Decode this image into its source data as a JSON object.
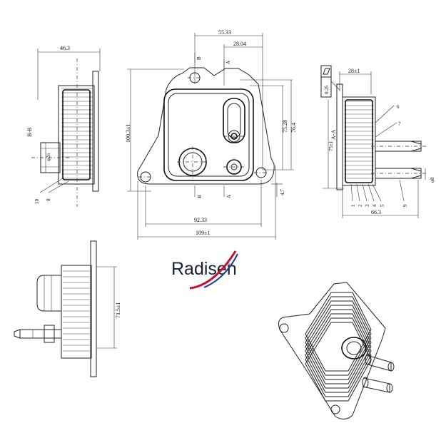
{
  "side_view_left": {
    "width_dim": "46.3",
    "section_label": "B-B",
    "port_dim": "φ26",
    "callouts": [
      "10",
      "8"
    ]
  },
  "front_view": {
    "top_dim": "55.33",
    "inner_top_dim": "28.04",
    "height_dim": "100.3±1",
    "right_dim_1": "76.4",
    "right_dim_2": "75.28",
    "bottom_dim_1": "92.33",
    "bottom_dim_2": "109±1",
    "small_dim": "4.7",
    "section_marks": [
      "B",
      "A",
      "B",
      "A"
    ]
  },
  "side_view_right": {
    "top_dim": "28±1",
    "flatness": "0.25",
    "section_label": "A-A",
    "height_dim": "75±1",
    "bottom_dim": "66.3",
    "pipe_dim": "φ8",
    "callouts": [
      "6",
      "7",
      "1",
      "2",
      "3",
      "4",
      "5",
      "9"
    ]
  },
  "bottom_left_view": {
    "height_dim": "71.5±1"
  },
  "logo": {
    "text": "Radisen",
    "mark": "®",
    "colors": {
      "text": "#1b1f3a",
      "swoosh_red": "#c8102e",
      "swoosh_blue": "#1f3c88"
    }
  }
}
